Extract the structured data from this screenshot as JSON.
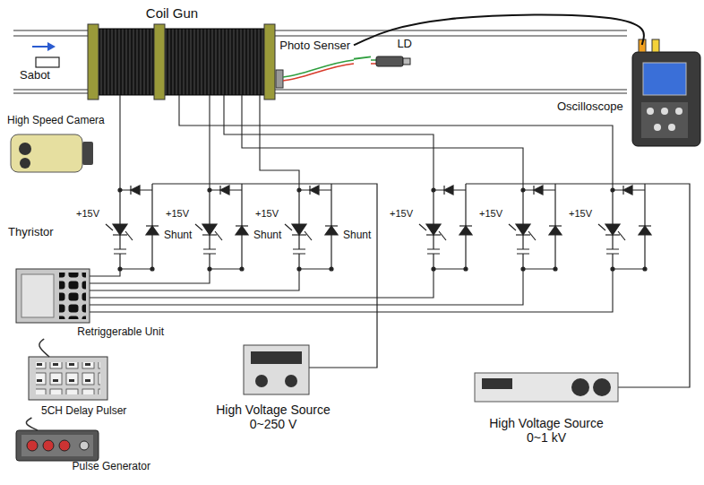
{
  "diagram": {
    "nodes": [
      {
        "text": [
          "Coil Gun"
        ]
      },
      {
        "text": [
          "Sabot"
        ]
      },
      {
        "text": [
          "Photo Senser"
        ]
      },
      {
        "text": [
          "LD"
        ]
      },
      {
        "text": [
          "Oscilloscope"
        ]
      },
      {
        "text": [
          "High Speed Camera"
        ]
      },
      {
        "text": [
          "Retriggerable Unit"
        ]
      },
      {
        "text": [
          "5CH Delay Pulser"
        ]
      },
      {
        "text": [
          "Pulse Generator"
        ]
      },
      {
        "text": [
          "High Voltage Source",
          "0~250 V"
        ]
      },
      {
        "text": [
          "High Voltage Source",
          "0~1 kV"
        ]
      }
    ],
    "edges": [
      {
        "from": 3,
        "to": 2,
        "arrow": "none"
      },
      {
        "from": 2,
        "to": 4,
        "arrow": "none"
      },
      {
        "from": 6,
        "to": 7,
        "arrow": "none"
      },
      {
        "from": 7,
        "to": 8,
        "arrow": "none"
      }
    ],
    "labels": [
      "+15V",
      "+15V",
      "+15V",
      "+15V",
      "+15V",
      "+15V",
      "Thyristor",
      "Shunt",
      "Shunt",
      "Shunt"
    ]
  }
}
